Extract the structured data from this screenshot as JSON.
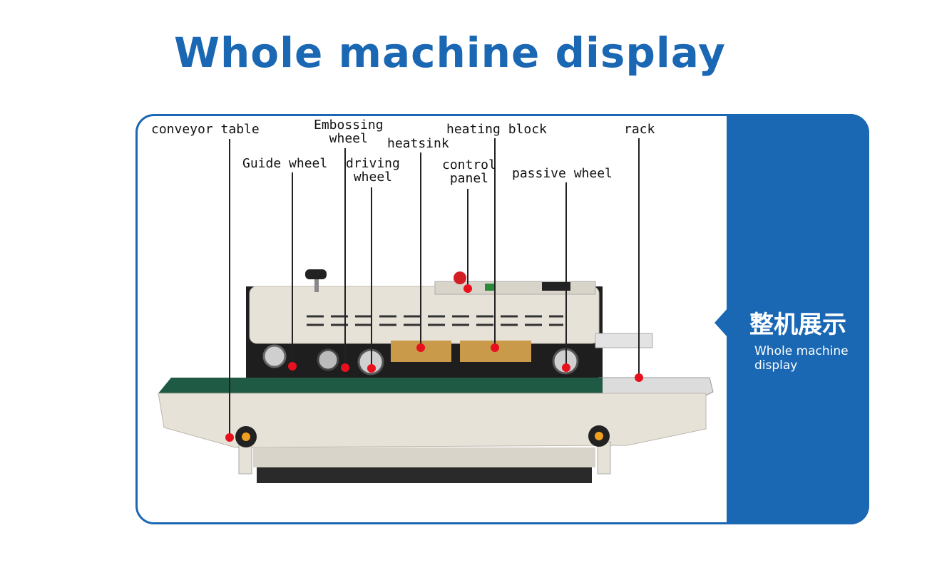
{
  "title": "Whole machine display",
  "panel": {
    "cn": "整机展示",
    "en": "Whole machine\n display"
  },
  "labels": {
    "conveyor_table": "conveyor table",
    "guide_wheel": "Guide wheel",
    "embossing_wheel": "Embossing\nwheel",
    "driving_wheel": "driving\nwheel",
    "heatsink": "heatsink",
    "heating_block": "heating block",
    "control_panel": "control\npanel",
    "passive_wheel": "passive wheel",
    "rack": "rack"
  },
  "colors": {
    "brand_blue": "#1a67b3",
    "callout_dot": "#e8101c",
    "machine_body": "#e7e2d8",
    "conveyor_belt": "#1f5a45",
    "brass": "#c99a4a"
  }
}
